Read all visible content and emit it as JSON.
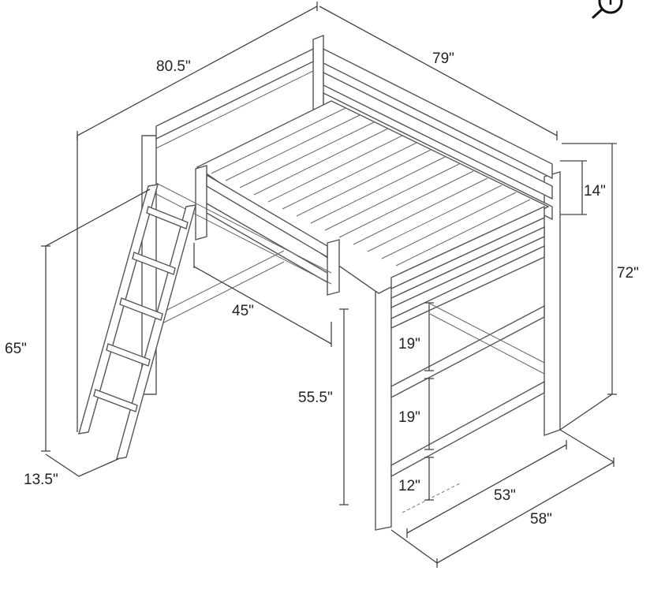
{
  "labels": {
    "overall_length": "80.5\"",
    "overall_width": "79\"",
    "guardrail_height": "14\"",
    "total_height": "72\"",
    "ladder_height": "65\"",
    "ladder_depth": "13.5\"",
    "opening_width": "45\"",
    "clearance_height": "55.5\"",
    "rung_spacing_top": "19\"",
    "rung_spacing_middle": "19\"",
    "rung_spacing_bottom": "12\"",
    "inner_depth": "53\"",
    "outer_depth": "58\""
  },
  "icons": {
    "corner": "zoom-icon"
  }
}
